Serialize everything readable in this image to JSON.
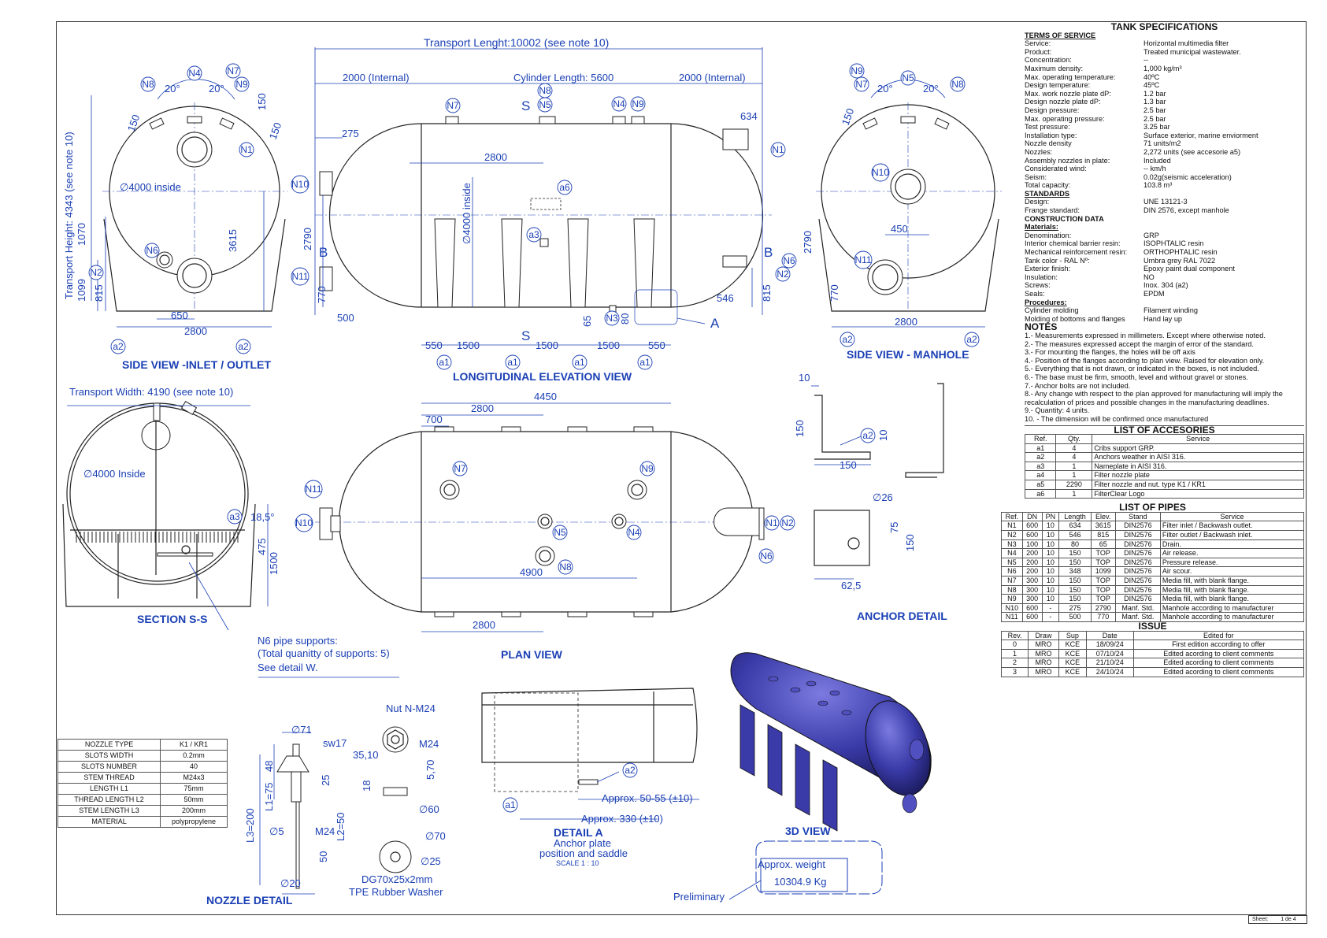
{
  "views": {
    "side_inlet": {
      "title": "SIDE VIEW -INLET / OUTLET",
      "dim_dia": "∅4000 inside",
      "dim_height": "Transport Height: 4343 (see note 10)",
      "d1070": "1070",
      "d1099": "1099",
      "d815": "815",
      "d3615": "3615",
      "d650": "650",
      "d2800": "2800",
      "d150a": "150",
      "d150b": "150",
      "d150c": "150",
      "ang1": "20°",
      "ang2": "20°"
    },
    "longitudinal": {
      "title": "LONGITUDINAL ELEVATION VIEW",
      "transport_len": "Transport Lenght:10002 (see note 10)",
      "int_left": "2000 (Internal)",
      "int_right": "2000 (Internal)",
      "cyl_len": "Cylinder Length: 5600",
      "d275": "275",
      "d2800": "2800",
      "d634": "634",
      "d4000": "∅4000 inside",
      "d2790": "2790",
      "d770": "770",
      "d500": "500",
      "d65": "65",
      "d80": "80",
      "d546": "546",
      "d815": "815",
      "d550a": "550",
      "d1500a": "1500",
      "d1500b": "1500",
      "d1500c": "1500",
      "d550b": "550",
      "sec_s": "S",
      "sec_b": "B",
      "det_a": "A"
    },
    "side_manhole": {
      "title": "SIDE VIEW - MANHOLE",
      "d150": "150",
      "d450": "450",
      "d2790": "2790",
      "d770": "770",
      "d2800": "2800",
      "ang1": "20°",
      "ang2": "20°"
    },
    "section": {
      "title": "SECTION S-S",
      "transport_width": "Transport Width: 4190 (see note 10)",
      "dia": "∅4000 Inside",
      "angle": "18,5°",
      "d475": "475",
      "d1500": "1500"
    },
    "plan": {
      "title": "PLAN VIEW",
      "d4450": "4450",
      "d2800a": "2800",
      "d700": "700",
      "d4900": "4900",
      "d2800b": "2800"
    },
    "n6_note": [
      "N6 pipe supports:",
      "(Total quanitty of supports: 5)",
      "See detail W."
    ],
    "anchor": {
      "title": "ANCHOR DETAIL",
      "d10a": "10",
      "d150a": "150",
      "d10b": "10",
      "d150b": "150",
      "d26": "∅26",
      "d75": "75",
      "d150c": "150",
      "d625": "62,5"
    },
    "nozzle_detail": {
      "title": "NOZZLE DETAIL",
      "d71": "∅71",
      "sw17": "sw17",
      "d48": "48",
      "l175": "L1=75",
      "d25": "25",
      "l3": "L3=200",
      "d5": "∅5",
      "m24": "M24",
      "l250": "L2=50",
      "d50": "50",
      "d20": "∅20",
      "nut": "Nut N-M24",
      "m24b": "M24",
      "d3510": "35,10",
      "d570": "5,70",
      "d18": "18",
      "d60": "∅60",
      "d70": "∅70",
      "d25b": "∅25",
      "washer1": "DG70x25x2mm",
      "washer2": "TPE Rubber Washer"
    },
    "detail_a": {
      "title": "DETAIL A",
      "sub1": "Anchor plate",
      "sub2": "position and saddle",
      "scale": "SCALE 1 : 10",
      "approx1": "Approx. 50-55 (±10)",
      "approx2": "Approx. 330 (±10)"
    },
    "view3d": {
      "title": "3D VIEW"
    },
    "weight": {
      "line1": "Approx. weight",
      "line2": "10304.9 Kg",
      "prelim": "Preliminary"
    }
  },
  "bubbles": {
    "N1": "N1",
    "N2": "N2",
    "N3": "N3",
    "N4": "N4",
    "N5": "N5",
    "N6": "N6",
    "N7": "N7",
    "N8": "N8",
    "N9": "N9",
    "N10": "N10",
    "N11": "N11",
    "a1": "a1",
    "a2": "a2",
    "a3": "a3",
    "a6": "a6"
  },
  "spec": {
    "title": "TANK SPECIFICATIONS",
    "terms_title": "TERMS OF SERVICE",
    "terms": [
      [
        "Service:",
        "Horizontal multimedia filter"
      ],
      [
        "Product:",
        "Treated municipal wastewater."
      ],
      [
        "Concentration:",
        "--"
      ],
      [
        "Maximum density:",
        "1,000 kg/m³"
      ],
      [
        "Max. operating temperature:",
        "40ºC"
      ],
      [
        "Design temperature:",
        "45ºC"
      ],
      [
        "Max. work nozzle plate dP:",
        "1.2 bar"
      ],
      [
        "Design nozzle plate dP:",
        "1.3 bar"
      ],
      [
        "Design pressure:",
        "2.5 bar"
      ],
      [
        "Max. operating pressure:",
        "2.5 bar"
      ],
      [
        "Test pressure:",
        "3.25 bar"
      ],
      [
        "Installation type:",
        "Surface exterior, marine enviorment"
      ],
      [
        "Nozzle density",
        "71 units/m2"
      ],
      [
        "Nozzles:",
        "2,272 units (see accesorie a5)"
      ],
      [
        "Assembly nozzles in plate:",
        "Included"
      ],
      [
        "Considerated wind:",
        "-- km/h"
      ],
      [
        "Seism:",
        "0.02g(seismic acceleration)"
      ],
      [
        "Total capacity:",
        "103.8 m³"
      ]
    ],
    "standards_title": "STANDARDS",
    "standards": [
      [
        "Design:",
        "UNE 13121-3"
      ],
      [
        "Frange standard:",
        "DIN 2576, except manhole"
      ]
    ],
    "construction_title": "CONSTRUCTION DATA",
    "materials_title": "Materials:",
    "materials": [
      [
        "Denomination:",
        "GRP"
      ],
      [
        "Interior chemical barrier resin:",
        "ISOPHTALIC resin"
      ],
      [
        "Mechanical reinforcement resin:",
        "ORTHOPHTALIC resin"
      ],
      [
        "Tank color - RAL Nº:",
        "Umbra grey RAL 7022"
      ],
      [
        "Exterior finish:",
        "Epoxy paint dual component"
      ],
      [
        "Insulation:",
        "NO"
      ],
      [
        "Screws:",
        "Inox. 304 (a2)"
      ],
      [
        "Seals:",
        "EPDM"
      ]
    ],
    "procedures_title": "Procedures:",
    "procedures": [
      [
        "Cylinder molding",
        "Filament winding"
      ],
      [
        "Molding of bottoms and flanges",
        "Hand lay up"
      ]
    ]
  },
  "notes": {
    "title": "NOTES",
    "items": [
      "1.- Measurements expressed in millimeters. Except where otherwise noted.",
      "2.- The measures expressed accept the margin of error of the standard.",
      "3.- For mounting the flanges, the holes will be off axis",
      "4.- Position of the flanges according to plan view. Raised for elevation only.",
      "5.- Everything that is not drawn, or indicated in the boxes, is not included.",
      "6.- The base must be firm, smooth, level and without gravel or stones.",
      "7.- Anchor bolts are not included.",
      "8.- Any change with respect to the plan approved for manufacturing will imply the recalculation of prices and possible changes in the manufacturing deadlines.",
      "9.- Quantity: 4 units.",
      "10. - The dimension will be confirmed once manufactured"
    ]
  },
  "accessories": {
    "title": "LIST OF ACCESORIES",
    "headers": [
      "Ref.",
      "Qty.",
      "Service"
    ],
    "rows": [
      [
        "a1",
        "4",
        "Cribs support GRP."
      ],
      [
        "a2",
        "4",
        "Anchors weather in AISI 316."
      ],
      [
        "a3",
        "1",
        "Nameplate in AISI 316."
      ],
      [
        "a4",
        "1",
        "Filter nozzle plate"
      ],
      [
        "a5",
        "2290",
        "Filter nozzle and nut. type K1 / KR1"
      ],
      [
        "a6",
        "1",
        "FilterClear Logo"
      ]
    ]
  },
  "pipes": {
    "title": "LIST OF PIPES",
    "headers": [
      "Ref.",
      "DN",
      "PN",
      "Length",
      "Elev.",
      "Stand",
      "Service"
    ],
    "rows": [
      [
        "N1",
        "600",
        "10",
        "634",
        "3615",
        "DIN2576",
        "Filter inlet / Backwash outlet."
      ],
      [
        "N2",
        "600",
        "10",
        "546",
        "815",
        "DIN2576",
        "Filter outlet / Backwash inlet."
      ],
      [
        "N3",
        "100",
        "10",
        "80",
        "65",
        "DIN2576",
        "Drain."
      ],
      [
        "N4",
        "200",
        "10",
        "150",
        "TOP",
        "DIN2576",
        "Air release."
      ],
      [
        "N5",
        "200",
        "10",
        "150",
        "TOP",
        "DIN2576",
        "Pressure release."
      ],
      [
        "N6",
        "200",
        "10",
        "348",
        "1099",
        "DIN2576",
        "Air scour."
      ],
      [
        "N7",
        "300",
        "10",
        "150",
        "TOP",
        "DIN2576",
        "Media fill, with blank flange."
      ],
      [
        "N8",
        "300",
        "10",
        "150",
        "TOP",
        "DIN2576",
        "Media fill, with blank flange."
      ],
      [
        "N9",
        "300",
        "10",
        "150",
        "TOP",
        "DIN2576",
        "Media fill, with blank flange."
      ],
      [
        "N10",
        "600",
        "-",
        "275",
        "2790",
        "Manf. Std.",
        "Manhole according to manufacturer"
      ],
      [
        "N11",
        "600",
        "-",
        "500",
        "770",
        "Manf. Std.",
        "Manhole according to manufacturer"
      ]
    ]
  },
  "issue": {
    "title": "ISSUE",
    "headers": [
      "Rev.",
      "Draw",
      "Sup",
      "Date",
      "Edited for"
    ],
    "rows": [
      [
        "0",
        "MRO",
        "KCE",
        "18/09/24",
        "First edition according to offer"
      ],
      [
        "1",
        "MRO",
        "KCE",
        "07/10/24",
        "Edited acording to client comments"
      ],
      [
        "2",
        "MRO",
        "KCE",
        "21/10/24",
        "Edited acording to client comments"
      ],
      [
        "3",
        "MRO",
        "KCE",
        "24/10/24",
        "Edited acording to client comments"
      ]
    ]
  },
  "nozzle_table": {
    "rows": [
      [
        "NOZZLE TYPE",
        "K1 / KR1"
      ],
      [
        "SLOTS WIDTH",
        "0.2mm"
      ],
      [
        "SLOTS NUMBER",
        "40"
      ],
      [
        "STEM THREAD",
        "M24x3"
      ],
      [
        "LENGTH  L1",
        "75mm"
      ],
      [
        "THREAD LENGTH  L2",
        "50mm"
      ],
      [
        "STEM LENGTH  L3",
        "200mm"
      ],
      [
        "MATERIAL",
        "polypropylene"
      ]
    ]
  },
  "sheet": {
    "label": "Sheet:",
    "value": "1 de 4"
  },
  "colors": {
    "ink": "#1a3fb4",
    "tank3d": "#3a3aa8",
    "outline": "#222222"
  }
}
